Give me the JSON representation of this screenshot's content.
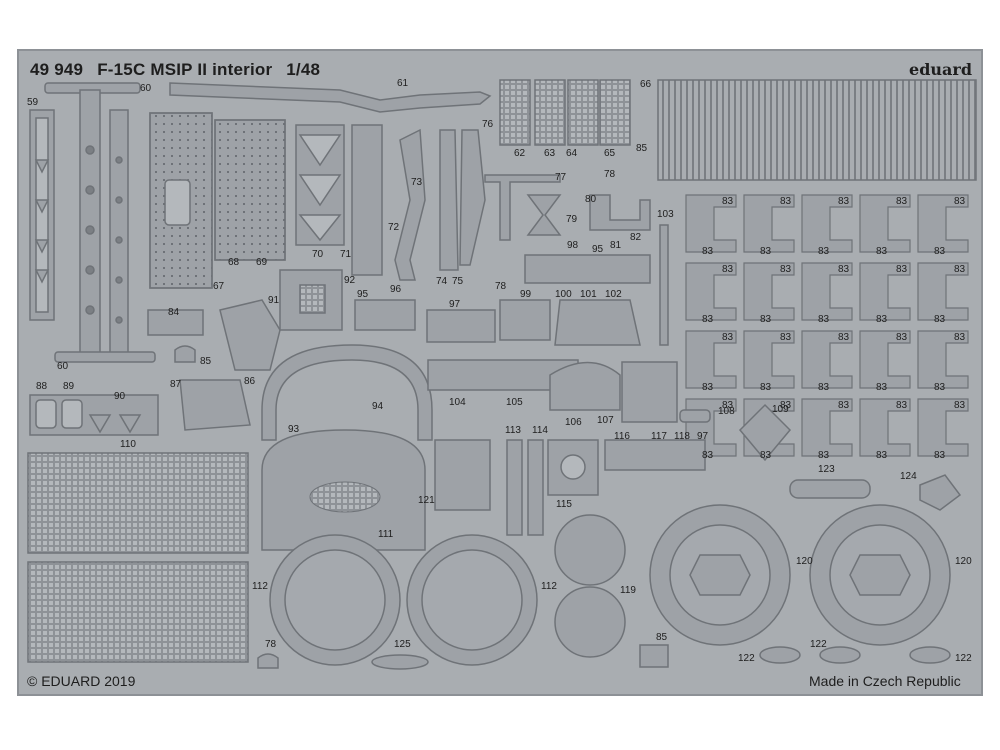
{
  "fret": {
    "catalog_number": "49 949",
    "title": "F-15C MSIP II interior",
    "scale": "1/48",
    "brand": "eduard",
    "copyright": "© EDUARD 2019",
    "origin": "Made in Czech Republic"
  },
  "part_numbers": {
    "p59": "59",
    "p60": "60",
    "p60b": "60",
    "p61": "61",
    "p62": "62",
    "p63": "63",
    "p64": "64",
    "p65": "65",
    "p85": "85",
    "p66": "66",
    "p67": "67",
    "p68": "68",
    "p69": "69",
    "p70": "70",
    "p71": "71",
    "p72": "72",
    "p73": "73",
    "p74": "74",
    "p75": "75",
    "p76": "76",
    "p77": "77",
    "p78": "78",
    "p78b": "78",
    "p78c": "78",
    "p79": "79",
    "p80": "80",
    "p81": "81",
    "p82": "82",
    "p84": "84",
    "p85b": "85",
    "p85c": "85",
    "p86": "86",
    "p87": "87",
    "p88": "88",
    "p89": "89",
    "p90": "90",
    "p91": "91",
    "p92": "92",
    "p93": "93",
    "p94": "94",
    "p95": "95",
    "p95b": "95",
    "p96": "96",
    "p97": "97",
    "p97b": "97",
    "p98": "98",
    "p99": "99",
    "p100": "100",
    "p101": "101",
    "p102": "102",
    "p103": "103",
    "p104": "104",
    "p105": "105",
    "p106": "106",
    "p107": "107",
    "p108": "108",
    "p109": "109",
    "p110": "110",
    "p111": "111",
    "p112": "112",
    "p112b": "112",
    "p113": "113",
    "p114": "114",
    "p115": "115",
    "p116": "116",
    "p117": "117",
    "p118": "118",
    "p119": "119",
    "p120": "120",
    "p120b": "120",
    "p121": "121",
    "p122": "122",
    "p122b": "122",
    "p122c": "122",
    "p123": "123",
    "p124": "124",
    "p125": "125"
  },
  "part83_label": "83",
  "colors": {
    "fret_metal": "#a9adb1",
    "fret_edge": "#8d9196",
    "part_fill": "#9ea2a7",
    "part_stroke": "#6f7378",
    "text": "#1e1e1e"
  }
}
